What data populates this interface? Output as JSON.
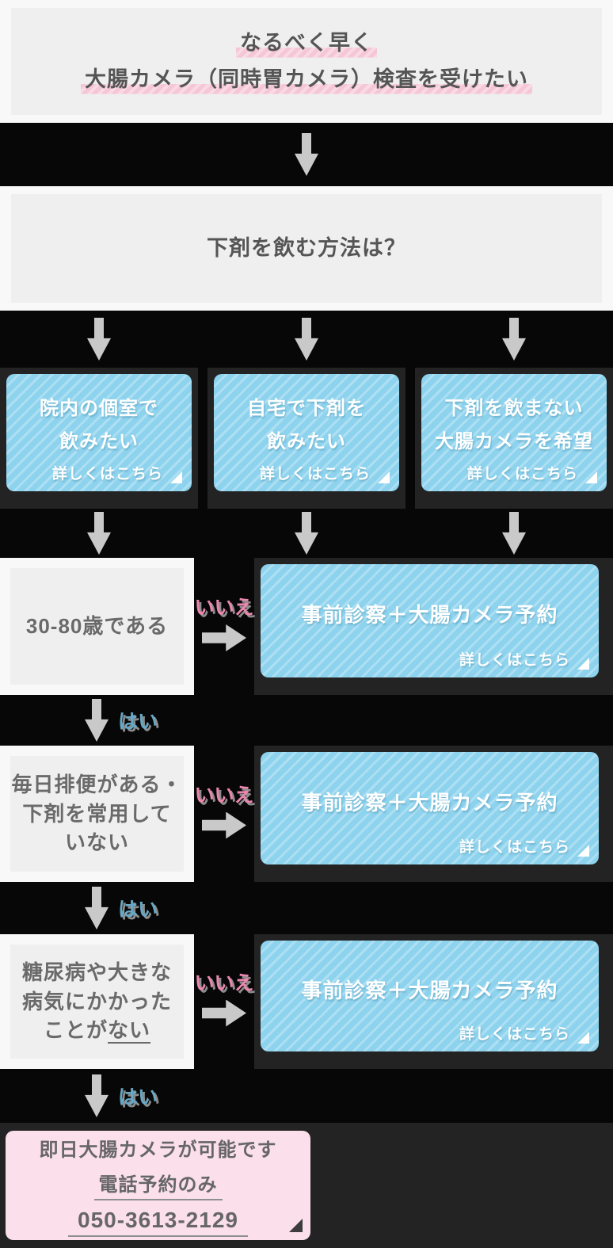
{
  "colors": {
    "background": "#070707",
    "panel_backdrop": "#232323",
    "section_bg": "#f8f8f8",
    "inner_box_bg": "#efefef",
    "blue_card": "#8ed3ee",
    "pink_card": "#fbdfeb",
    "pink_highlight": "#f5c7d6",
    "no_text": "#ec86ae",
    "yes_text": "#66a8c6",
    "arrow": "#c9c9c9",
    "heading_text": "#555555",
    "card_text": "#ffffff"
  },
  "start": {
    "line1": "なるべく早く",
    "line2": "大腸カメラ（同時胃カメラ）検査を受けたい"
  },
  "question": {
    "text": "下剤を飲む方法は？"
  },
  "options": [
    {
      "line1": "院内の個室で",
      "line2": "飲みたい",
      "link": "詳しくはこちら"
    },
    {
      "line1": "自宅で下剤を",
      "line2": "飲みたい",
      "link": "詳しくはこちら"
    },
    {
      "line1": "下剤を飲まない",
      "line2": "大腸カメラを希望",
      "link": "詳しくはこちら"
    }
  ],
  "checks": [
    {
      "lines": [
        "30-80歳である"
      ],
      "no": "いいえ",
      "yes": "はい",
      "result": {
        "title": "事前診察＋大腸カメラ予約",
        "link": "詳しくはこちら"
      }
    },
    {
      "lines": [
        "毎日排便がある・",
        "下剤を常用して",
        "いない"
      ],
      "no": "いいえ",
      "yes": "はい",
      "result": {
        "title": "事前診察＋大腸カメラ予約",
        "link": "詳しくはこちら"
      }
    },
    {
      "lines": [
        "糖尿病や大きな",
        "病気にかかった"
      ],
      "last_pre": "ことが",
      "last_underlined": "ない",
      "no": "いいえ",
      "yes": "はい",
      "result": {
        "title": "事前診察＋大腸カメラ予約",
        "link": "詳しくはこちら"
      }
    }
  ],
  "final": {
    "line1": "即日大腸カメラが可能です",
    "line2": "電話予約のみ",
    "phone": "050-3613-2129"
  }
}
